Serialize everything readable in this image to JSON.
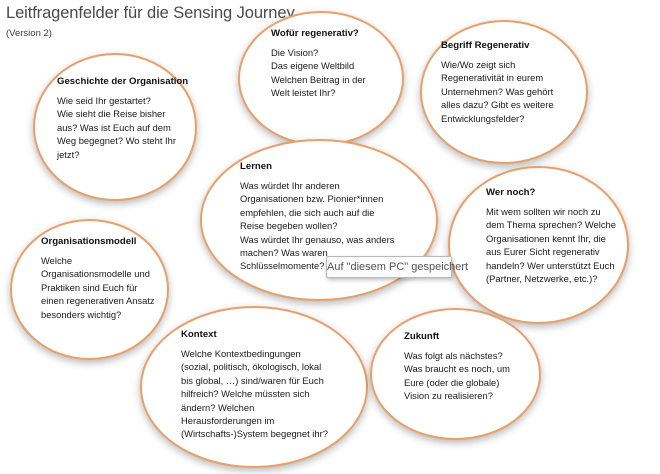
{
  "header": {
    "title": "Leitfragenfelder für die Sensing Journey",
    "subtitle": "(Version 2)"
  },
  "bubbles": [
    {
      "id": "geschichte",
      "heading": "Geschichte der Organisation",
      "text": "Wie seid Ihr gestartet?\nWie sieht die Reise bisher\naus? Was ist Euch auf dem\nWeg begegnet? Wo steht Ihr\njetzt?"
    },
    {
      "id": "wofuer",
      "heading": "Wofür regenerativ?",
      "text": "Die Vision?\nDas eigene Weltbild\nWelchen Beitrag in der\nWelt leistet Ihr?"
    },
    {
      "id": "begriff",
      "heading": "Begriff Regenerativ",
      "text": "Wie/Wo zeigt sich\nRegenerativität in eurem\nUnternehmen? Was gehört\nalles dazu?  Gibt es weitere\nEntwicklungsfelder?"
    },
    {
      "id": "lernen",
      "heading": "Lernen",
      "text": "Was würdet Ihr anderen\nOrganisationen bzw. Pionier*innen\nempfehlen, die sich auch auf die\nReise begeben wollen?\nWas würdet Ihr genauso, was anders\nmachen? Was waren\nSchlüsselmomente?"
    },
    {
      "id": "wernoch",
      "heading": "Wer noch?",
      "text": "Mit wem sollten wir noch zu\ndem Thema sprechen? Welche\nOrganisationen kennt Ihr, die\naus Eurer Sicht regenerativ\nhandeln? Wer unterstützt Euch\n(Partner, Netzwerke, etc.)?"
    },
    {
      "id": "modell",
      "heading": "Organisationsmodell",
      "text": "Welche\nOrganisationsmodelle und\nPraktiken sind Euch für\neinen regenerativen Ansatz\nbesonders wichtig?"
    },
    {
      "id": "kontext",
      "heading": "Kontext",
      "text": "Welche Kontextbedingungen\n(sozial, politisch, ökologisch, lokal\nbis global, …) sind/waren für Euch\nhilfreich? Welche müssten sich\nändern? Welchen\nHerausforderungen im\n(Wirtschafts-)System begegnet ihr?"
    },
    {
      "id": "zukunft",
      "heading": "Zukunft",
      "text": "Was folgt als nächstes?\nWas braucht es noch, um\nEure (oder die globale)\nVision zu realisieren?"
    }
  ],
  "tooltip": {
    "text": "Auf \"diesem PC\" gespeichert"
  }
}
